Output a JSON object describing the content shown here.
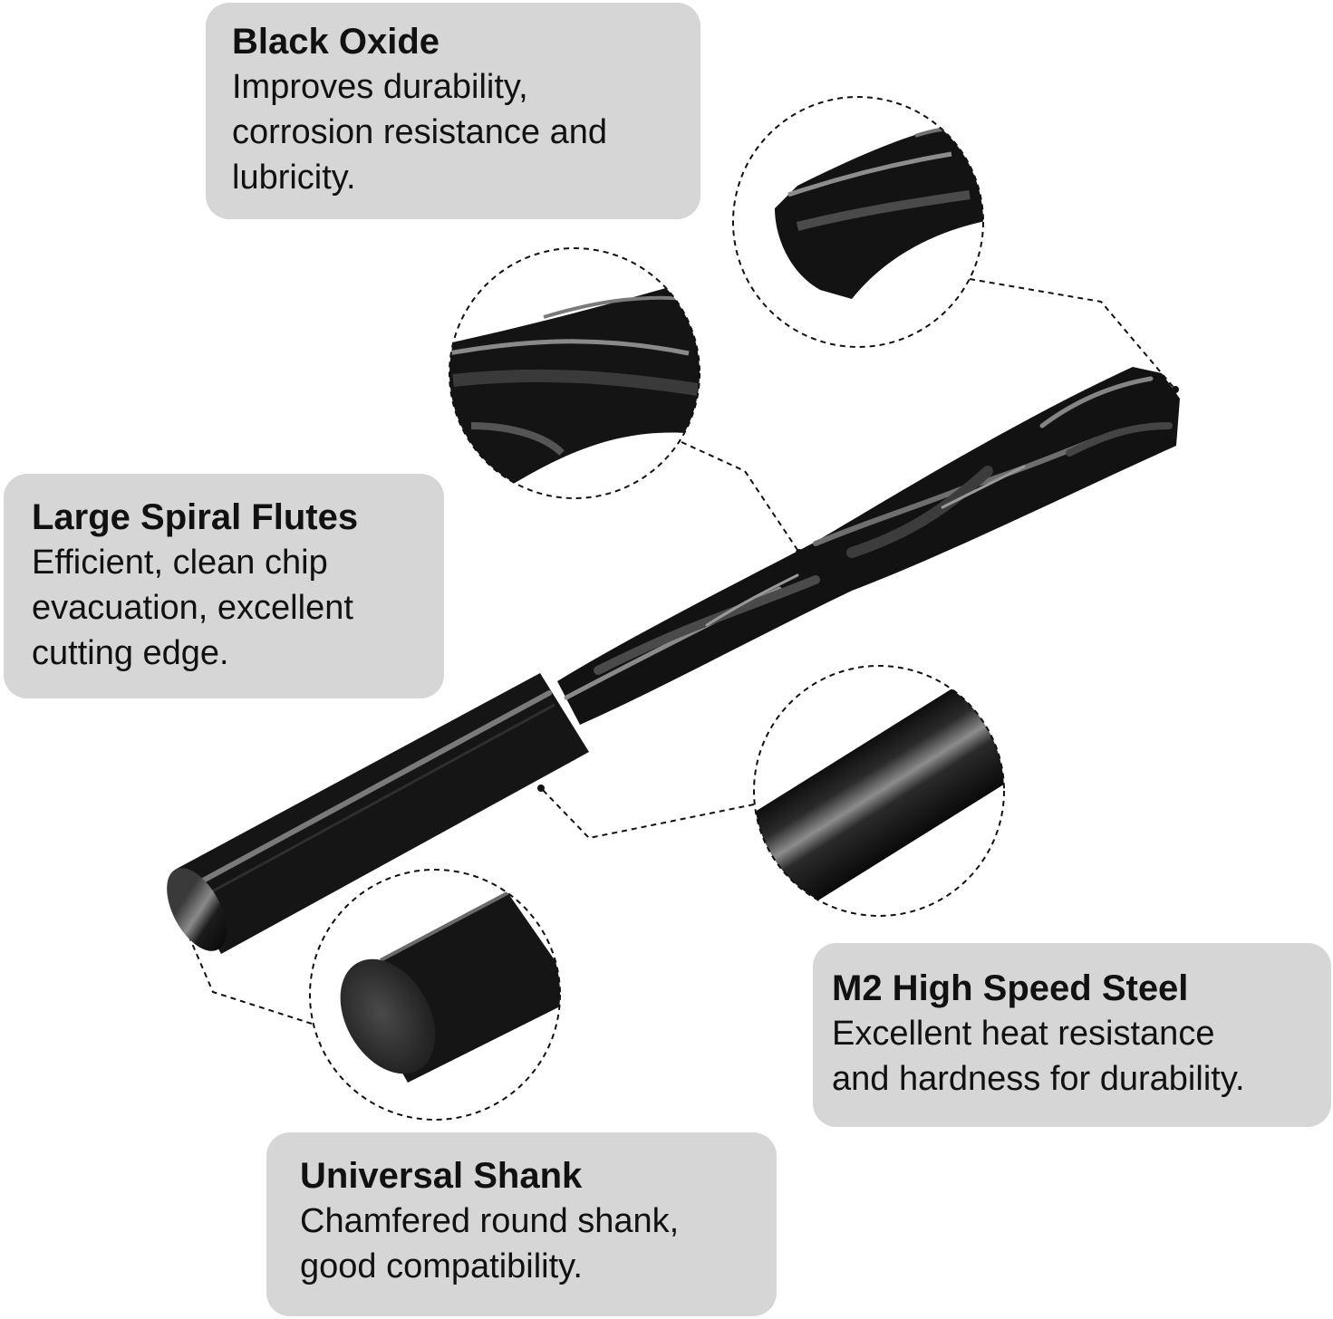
{
  "colors": {
    "callout_background": "#d6d6d6",
    "callout_text": "#111111",
    "drill_body": "#161616",
    "drill_highlight": "#7c7c7c",
    "leader_line": "#111111"
  },
  "callouts": {
    "black_oxide": {
      "title": "Black Oxide",
      "description": "Improves durability,\ncorrosion resistance and\nlubricity."
    },
    "spiral_flutes": {
      "title": "Large Spiral Flutes",
      "description": "Efficient, clean chip\nevacuation, excellent\ncutting edge."
    },
    "high_speed_steel": {
      "title": "M2 High Speed Steel",
      "description": "Excellent heat resistance\nand hardness for durability."
    },
    "universal_shank": {
      "title": "Universal Shank",
      "description": "Chamfered round shank,\ngood compatibility."
    }
  },
  "illustration": {
    "subject": "drill-bit",
    "detail_circles": [
      "drill-tip-detail",
      "spiral-flute-detail",
      "shank-body-detail",
      "shank-end-detail"
    ]
  }
}
